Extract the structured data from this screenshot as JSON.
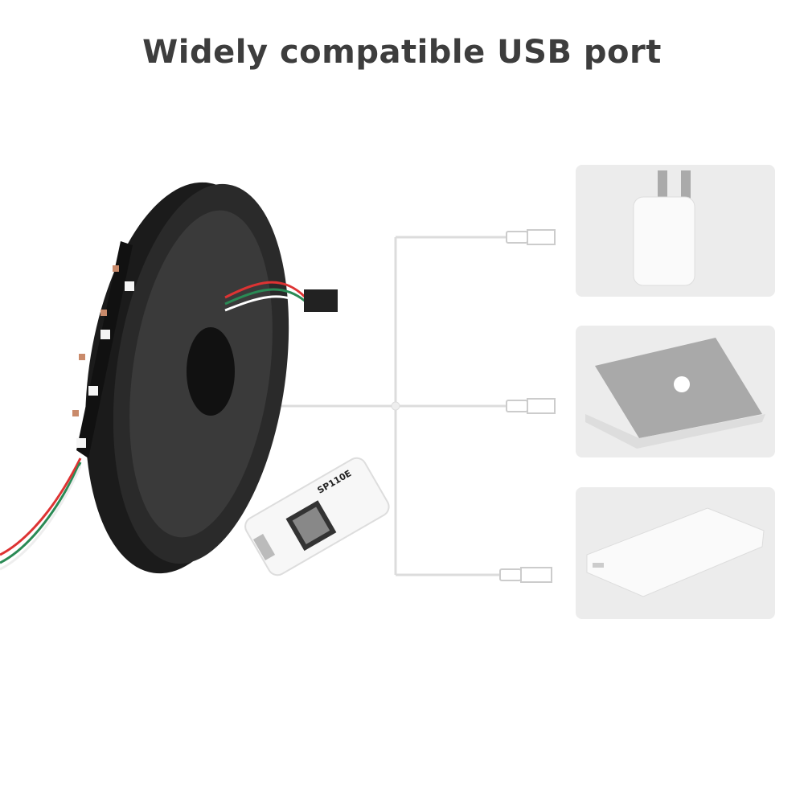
{
  "title": "Widely compatible USB port",
  "controller": {
    "model": "SP110E"
  },
  "devices": [
    {
      "name": "wall-adapter",
      "icon": "power-adapter-icon"
    },
    {
      "name": "laptop",
      "icon": "laptop-icon"
    },
    {
      "name": "power-bank",
      "icon": "power-bank-icon"
    }
  ],
  "colors": {
    "title": "#3d3d3d",
    "panel": "#ececec",
    "connector_lines": "#dcdcdc"
  }
}
